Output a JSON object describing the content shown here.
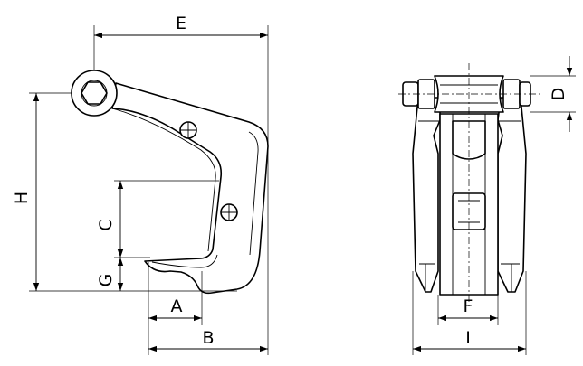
{
  "dimensions": {
    "E": "E",
    "H": "H",
    "C": "C",
    "G": "G",
    "A": "A",
    "B": "B",
    "D": "D",
    "F": "F",
    "I": "I"
  }
}
